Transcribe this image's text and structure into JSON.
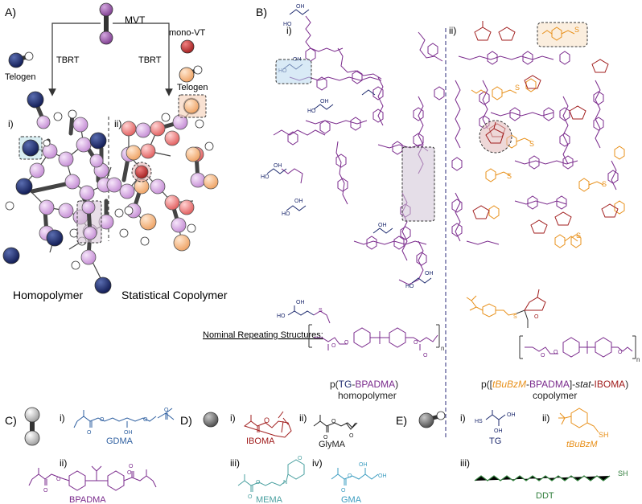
{
  "panelA": {
    "label": "A)",
    "mvt": "MVT",
    "monoVT": "mono-VT",
    "tbrtLeft": "TBRT",
    "tbrtRight": "TBRT",
    "telogenLeft": "Telogen",
    "telogenRight": "Telogen",
    "sub_i": "i)",
    "sub_ii": "ii)",
    "homopolymer": "Homopolymer",
    "statCopolymer": "Statistical Copolymer"
  },
  "panelB": {
    "label": "B)",
    "sub_i": "i)",
    "sub_ii": "ii)",
    "nominal": "Nominal Repeating Structures:",
    "homoName_p": "p(",
    "homoName_tg": "TG",
    "homoName_dash": "-",
    "homoName_bp": "BPADMA",
    "homoName_close": ")",
    "homoCaption": "homopolymer",
    "coName_p": "p([",
    "coName_tb": "tBuBzM",
    "coName_dash": "-",
    "coName_bp": "BPADMA",
    "coName_mid": "]-",
    "coName_stat": "stat",
    "coName_dash2": "-",
    "coName_ib": "IBOMA",
    "coName_close": ")",
    "coCaption": "copolymer",
    "subscript_n": "n",
    "oh": "OH",
    "ho": "HO",
    "o": "O",
    "s": "S"
  },
  "panelC": {
    "label": "C)",
    "i": "i)",
    "ii": "ii)",
    "gdma": "GDMA",
    "bpadma": "BPADMA",
    "oh": "OH",
    "o": "O"
  },
  "panelD": {
    "label": "D)",
    "i": "i)",
    "ii": "ii)",
    "iii": "iii)",
    "iv": "iv)",
    "iboma": "IBOMA",
    "glyma": "GlyMA",
    "mema": "MEMA",
    "gma": "GMA",
    "oh": "OH",
    "o": "O",
    "n": "N"
  },
  "panelE": {
    "label": "E)",
    "i": "i)",
    "ii": "ii)",
    "iii": "iii)",
    "tg": "TG",
    "tbubzm": "tBuBzM",
    "ddt": "DDT",
    "hs": "HS",
    "sh": "SH",
    "oh": "OH"
  },
  "colors": {
    "purple": "#7a2a8c",
    "navy": "#1d2a6e",
    "darkred": "#a01c1c",
    "orange": "#e8901a",
    "blue": "#2e5fa0",
    "teal": "#4aa0a0",
    "ddtgreen": "#2f7d3a",
    "gmacyan": "#3a9cc0"
  }
}
